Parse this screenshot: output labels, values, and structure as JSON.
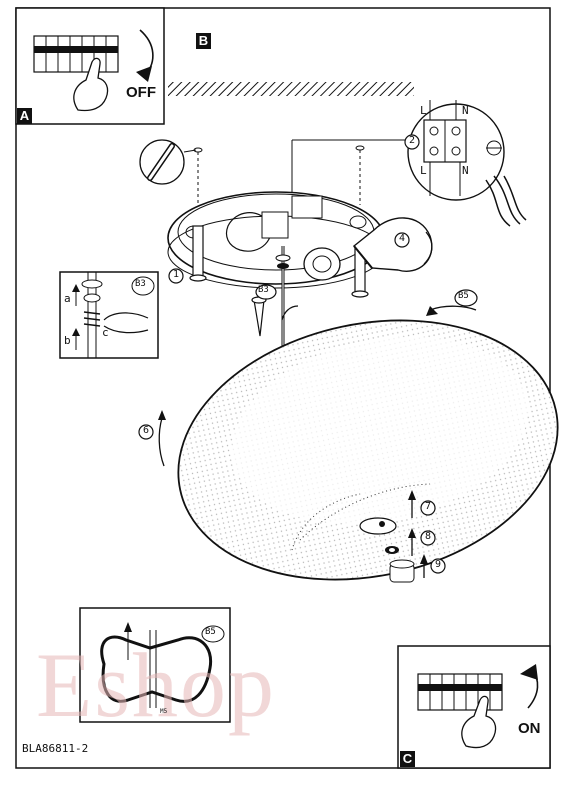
{
  "labels": {
    "panel_a": "A",
    "panel_b": "B",
    "panel_c": "C",
    "off": "OFF",
    "on": "ON",
    "b3": "B3",
    "b5": "B5",
    "b5_inset": "B5",
    "sub_a": "a",
    "sub_b": "b",
    "sub_c": "c",
    "terminal_n_top": "N",
    "terminal_n_bottom": "N",
    "terminal_l_top": "L",
    "terminal_l_bottom": "L",
    "step_1": "1",
    "step_2": "2",
    "step_3": "B3",
    "step_4": "4",
    "step_6": "6",
    "step_7": "7",
    "step_8": "8",
    "step_9": "9",
    "tiny_mark": "M5"
  },
  "document": {
    "code": "BLA86811-2"
  },
  "watermark": {
    "text": "Eshop",
    "color": "#e6b7b7"
  },
  "icons": [
    "wall-plug-icon",
    "ground-icon",
    "switch-off-icon",
    "switch-on-icon",
    "rotate-arrow-icon"
  ]
}
